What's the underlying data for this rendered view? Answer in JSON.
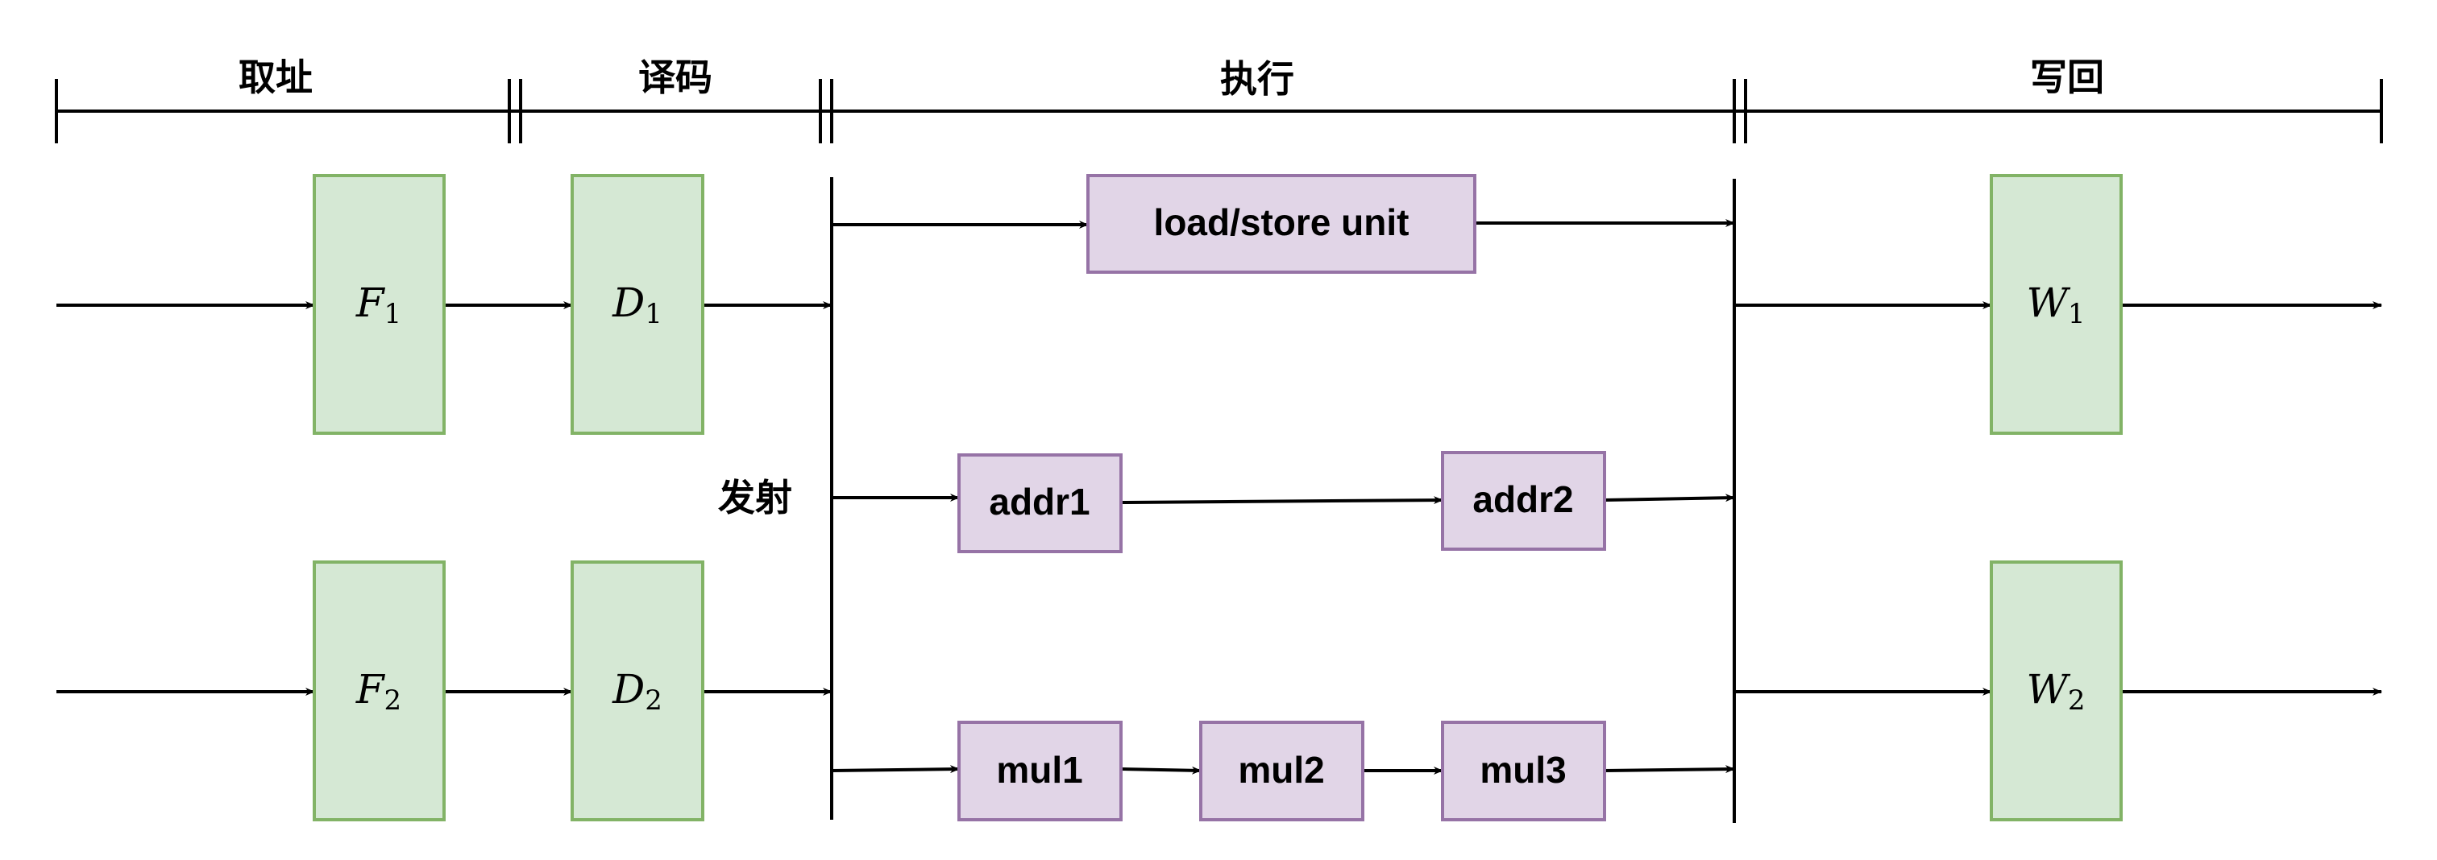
{
  "colors": {
    "stage_fill": "#d5e8d4",
    "stage_stroke": "#82b366",
    "unit_fill": "#e1d5e7",
    "unit_stroke": "#9673a6",
    "line": "#000000"
  },
  "segments": {
    "fetch": "取址",
    "decode": "译码",
    "execute": "执行",
    "writeback": "写回"
  },
  "issue_label": "发射",
  "stages": {
    "f1": {
      "base": "F",
      "sub": "1"
    },
    "f2": {
      "base": "F",
      "sub": "2"
    },
    "d1": {
      "base": "D",
      "sub": "1"
    },
    "d2": {
      "base": "D",
      "sub": "2"
    },
    "w1": {
      "base": "W",
      "sub": "1"
    },
    "w2": {
      "base": "W",
      "sub": "2"
    }
  },
  "units": {
    "loadstore": "load/store unit",
    "addr1": "addr1",
    "addr2": "addr2",
    "mul1": "mul1",
    "mul2": "mul2",
    "mul3": "mul3"
  }
}
